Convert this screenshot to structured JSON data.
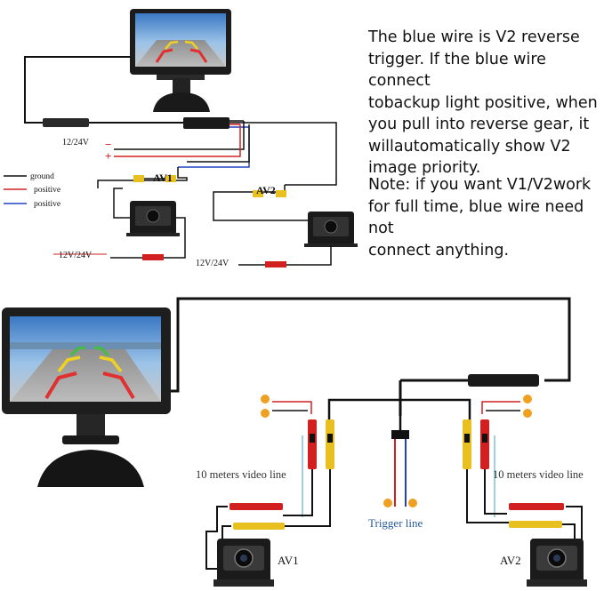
{
  "notes": {
    "reverse_trigger": "The blue wire is V2 reverse\ntrigger. If the blue wire connect\ntobackup light positive, when\nyou pull into reverse gear, it\nwillautomatically show V2\nimage priority.",
    "full_time": "Note: if you want V1/V2work\nfor full time, blue wire need not\nconnect anything."
  },
  "legend": {
    "items": [
      {
        "label": "ground",
        "color": "#111111"
      },
      {
        "label": "positive",
        "color": "#d22020"
      },
      {
        "label": "positive",
        "color": "#2040c0"
      }
    ]
  },
  "top_diagram": {
    "power_label": "12/24V",
    "minus_sign": "−",
    "plus_sign": "+",
    "av1_label": "AV1",
    "av2_label": "AV2",
    "cam1_power_label": "12V/24V",
    "cam2_power_label": "12V/24V"
  },
  "bottom_diagram": {
    "video_line_left": "10 meters video line",
    "video_line_right": "10 meters video line",
    "trigger_label": "Trigger line",
    "av1_label": "AV1",
    "av2_label": "AV2"
  },
  "colors": {
    "wire": "#111111",
    "red": "#d22020",
    "blue": "#2040c0",
    "yellow": "#e8c020",
    "orange_icon": "#f0a020",
    "trigger_text": "#2a5aa0"
  }
}
